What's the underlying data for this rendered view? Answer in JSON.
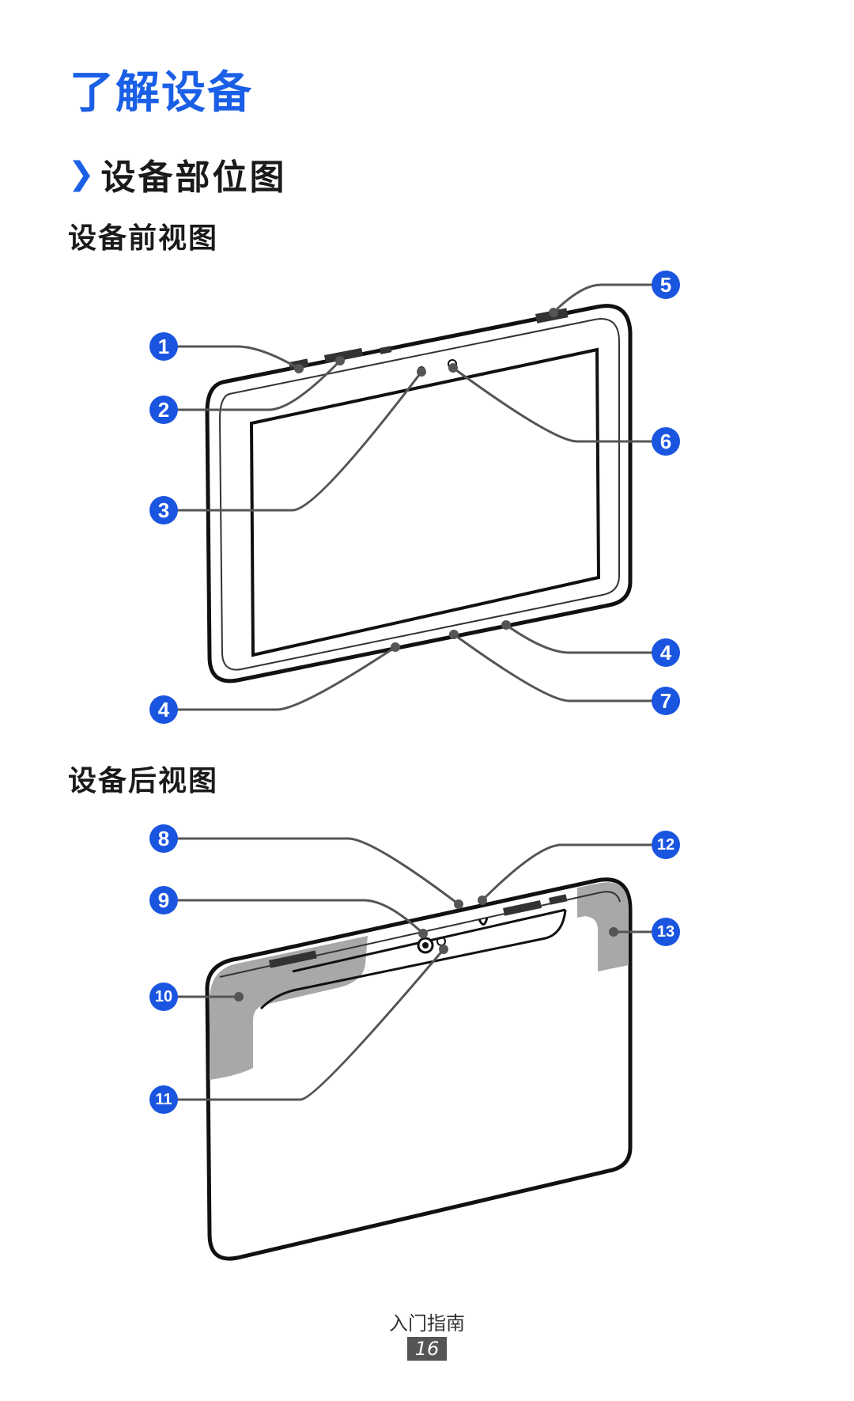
{
  "chapter_title": "了解设备",
  "section": {
    "arrow": "❯",
    "title": "设备部位图"
  },
  "front_view": {
    "heading": "设备前视图",
    "callouts": [
      "1",
      "2",
      "3",
      "4",
      "5",
      "6",
      "4",
      "7"
    ]
  },
  "back_view": {
    "heading": "设备后视图",
    "callouts": [
      "8",
      "9",
      "10",
      "11",
      "12",
      "13"
    ]
  },
  "footer": {
    "label": "入门指南",
    "page_number": "16"
  },
  "colors": {
    "accent": "#1a5fe6",
    "callout": "#1a55e0",
    "shade": "#a8a8a8"
  }
}
